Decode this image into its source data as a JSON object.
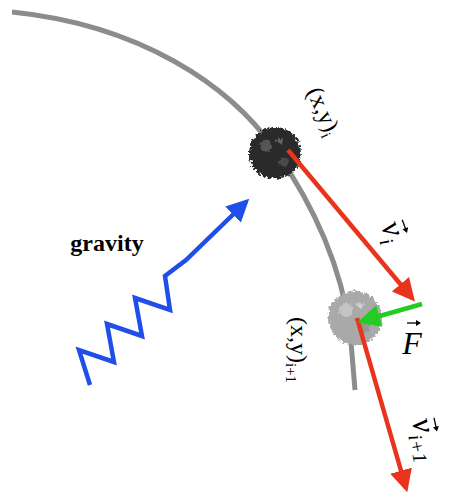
{
  "diagram": {
    "labels": [
      "(x,y)",
      "i",
      "v",
      "i",
      "F",
      "gravity",
      "(x,y)",
      "i+1",
      "v",
      "i+1"
    ]
  }
}
